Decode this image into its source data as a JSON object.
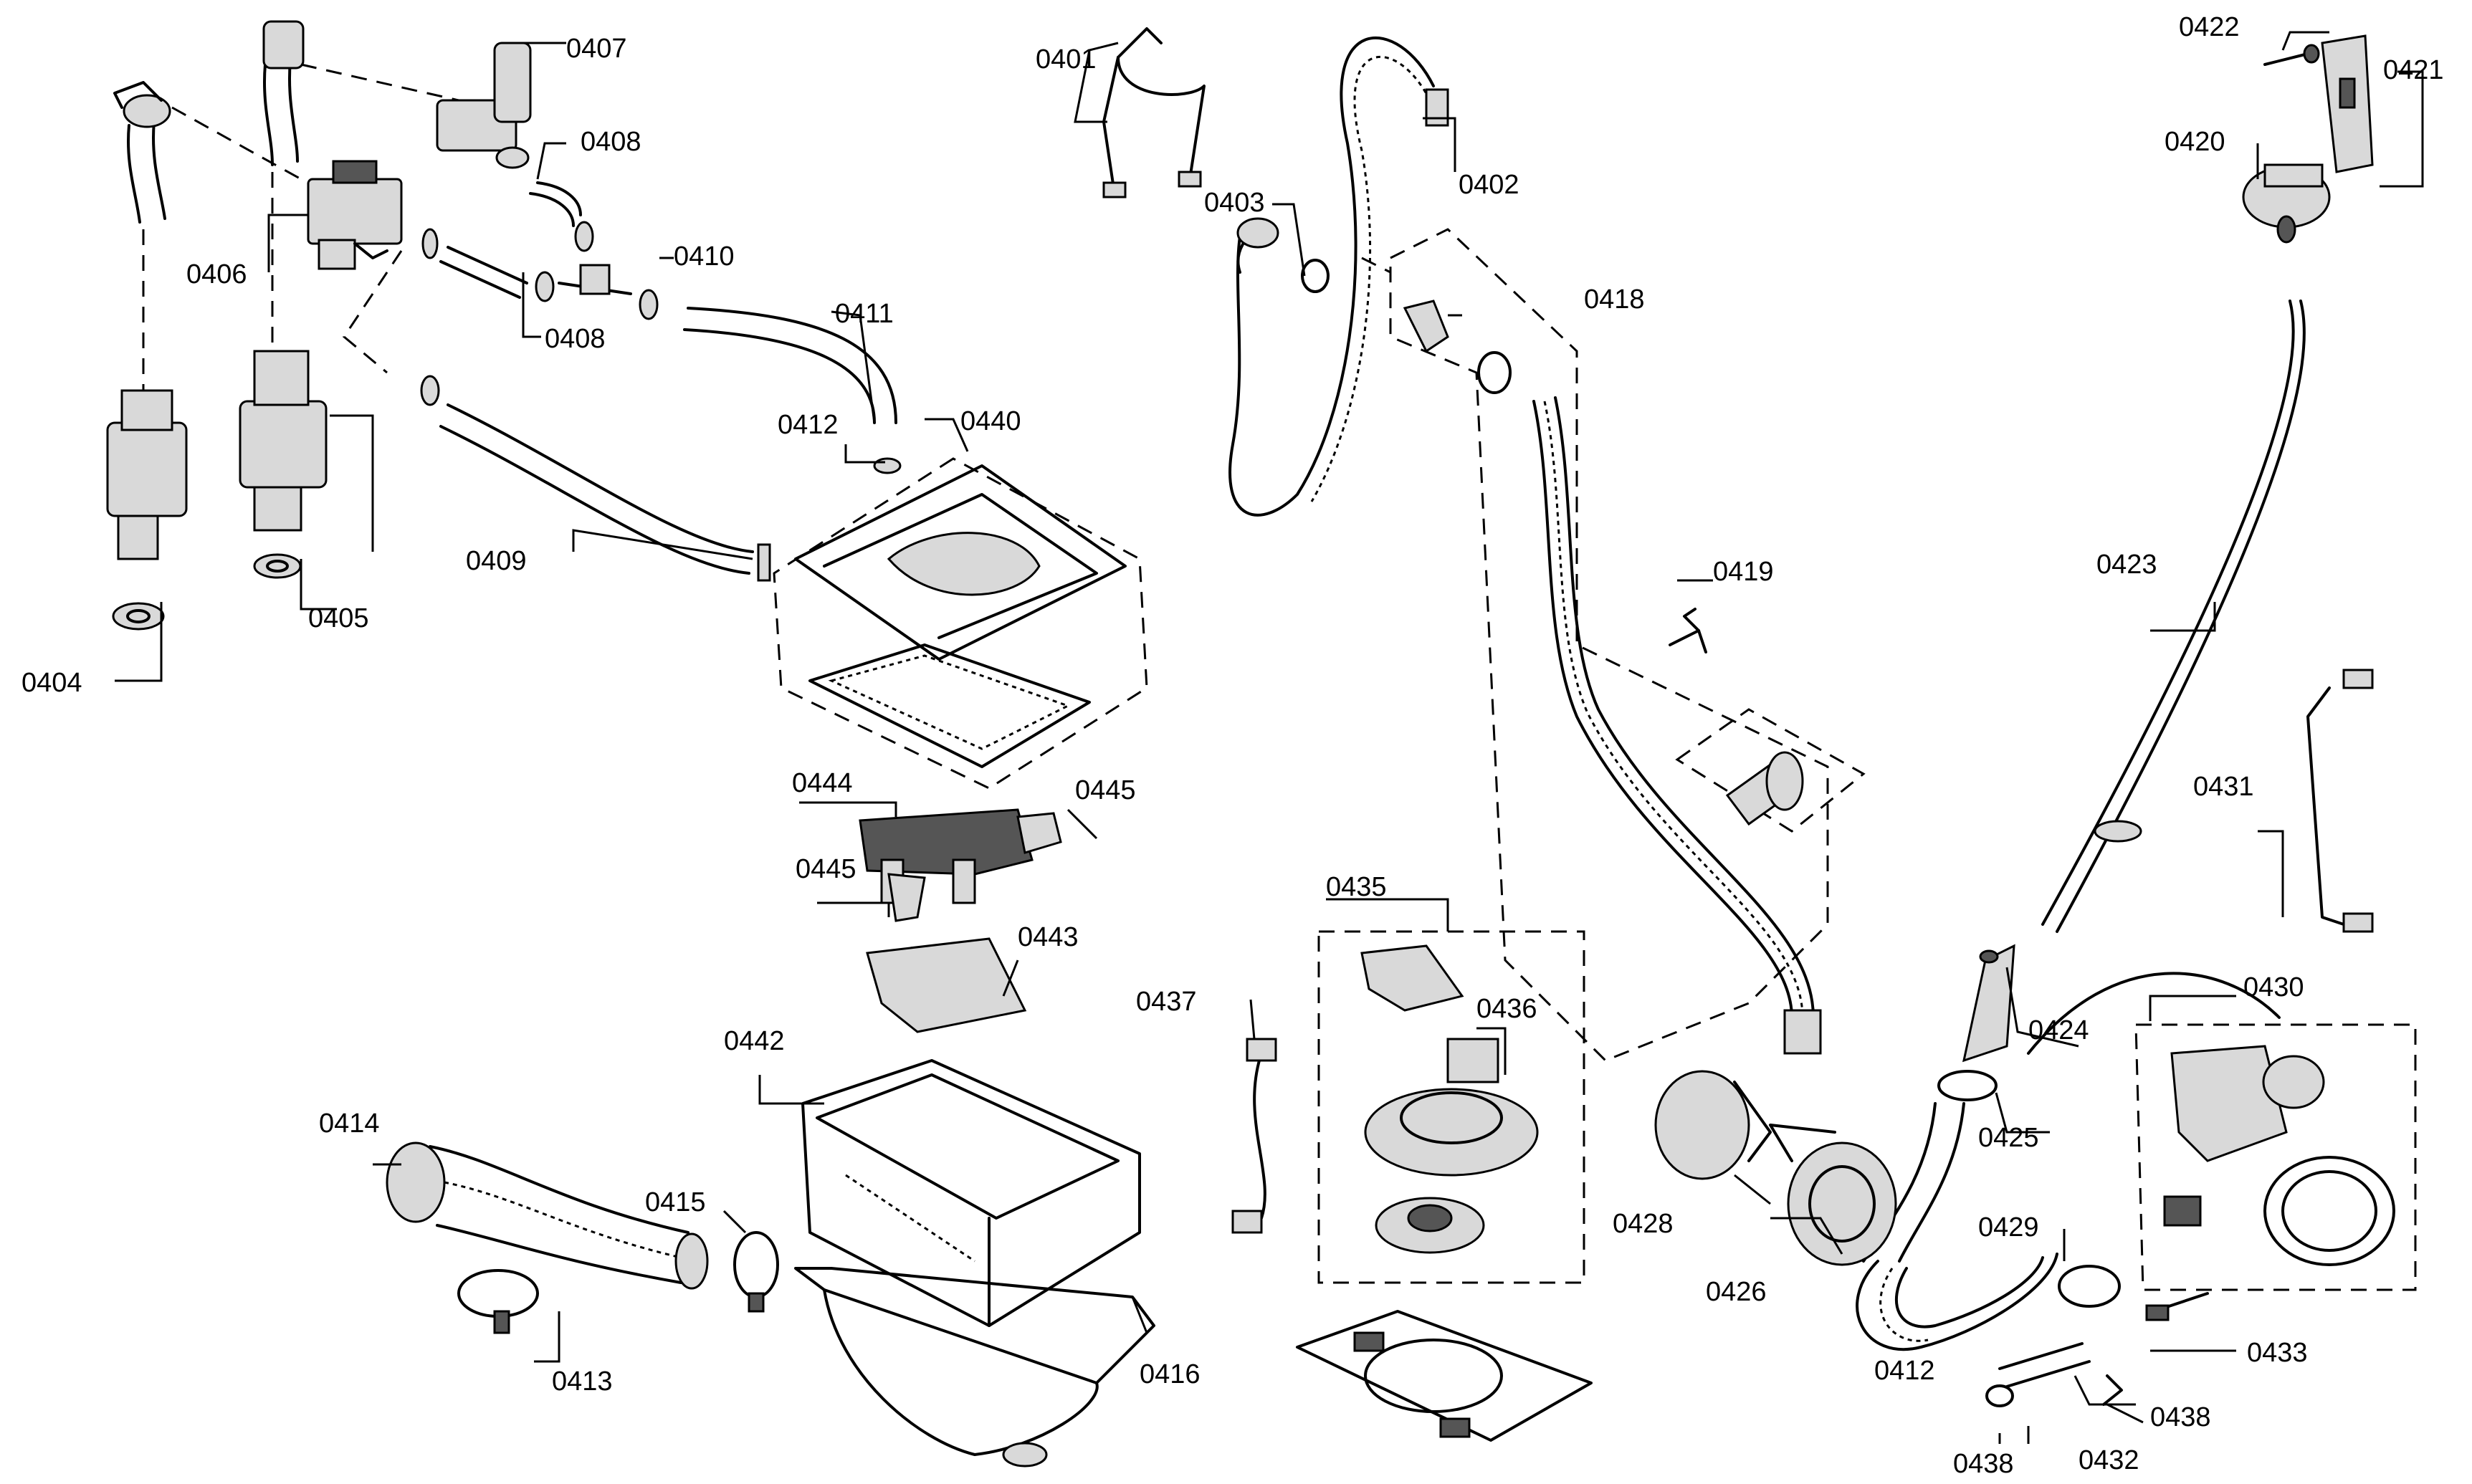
{
  "diagram": {
    "labels": {
      "l0401": "0401",
      "l0402": "0402",
      "l0403": "0403",
      "l0404": "0404",
      "l0405": "0405",
      "l0406": "0406",
      "l0407": "0407",
      "l0408a": "0408",
      "l0408b": "0408",
      "l0409": "0409",
      "l0410": "0410",
      "l0411": "0411",
      "l0412a": "0412",
      "l0412b": "0412",
      "l0413": "0413",
      "l0414": "0414",
      "l0415": "0415",
      "l0416": "0416",
      "l0418": "0418",
      "l0419": "0419",
      "l0420": "0420",
      "l0421": "0421",
      "l0422": "0422",
      "l0423": "0423",
      "l0424": "0424",
      "l0425": "0425",
      "l0426": "0426",
      "l0428": "0428",
      "l0429": "0429",
      "l0430": "0430",
      "l0431": "0431",
      "l0432": "0432",
      "l0433": "0433",
      "l0435": "0435",
      "l0436": "0436",
      "l0437": "0437",
      "l0438a": "0438",
      "l0438b": "0438",
      "l0440": "0440",
      "l0442": "0442",
      "l0443": "0443",
      "l0444": "0444",
      "l0445a": "0445",
      "l0445b": "0445"
    }
  }
}
